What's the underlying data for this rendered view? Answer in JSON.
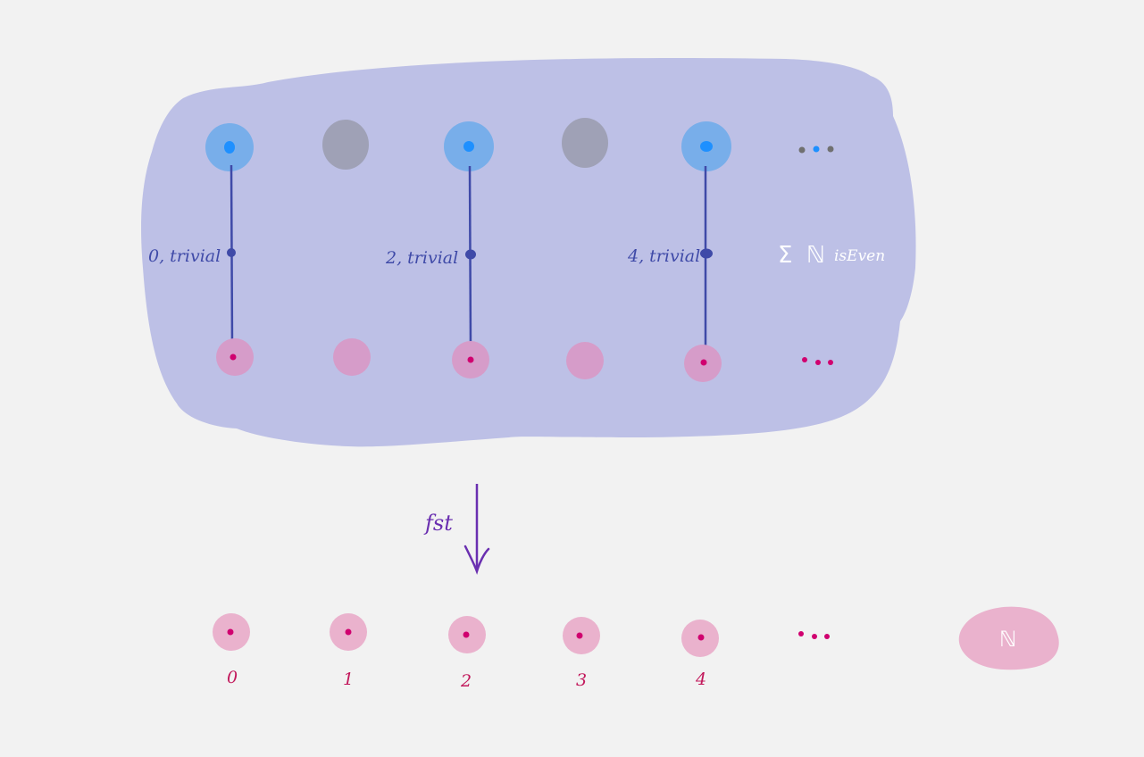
{
  "colors": {
    "background": "#f2f2f2",
    "blob": "#bdc0e6",
    "fiber_even": "#78aeea",
    "fiber_even_dot": "#1e90ff",
    "fiber_odd": "#9fa1b6",
    "section_line": "#3f4aa8",
    "base_point": "#d69cc9",
    "base_point_bottom": "#eab2cd",
    "base_dot": "#d0006f",
    "arrow": "#6a2fb0",
    "nat_blob": "#eab2cd"
  },
  "sigma_type": {
    "symbol": "Σ",
    "type": "ℕ",
    "predicate": "isEven",
    "pairs": [
      "0, trivial",
      "2, trivial",
      "4, trivial"
    ]
  },
  "projection": {
    "label": "fst"
  },
  "base": {
    "labels": [
      "0",
      "1",
      "2",
      "3",
      "4"
    ],
    "blob_label": "ℕ"
  }
}
